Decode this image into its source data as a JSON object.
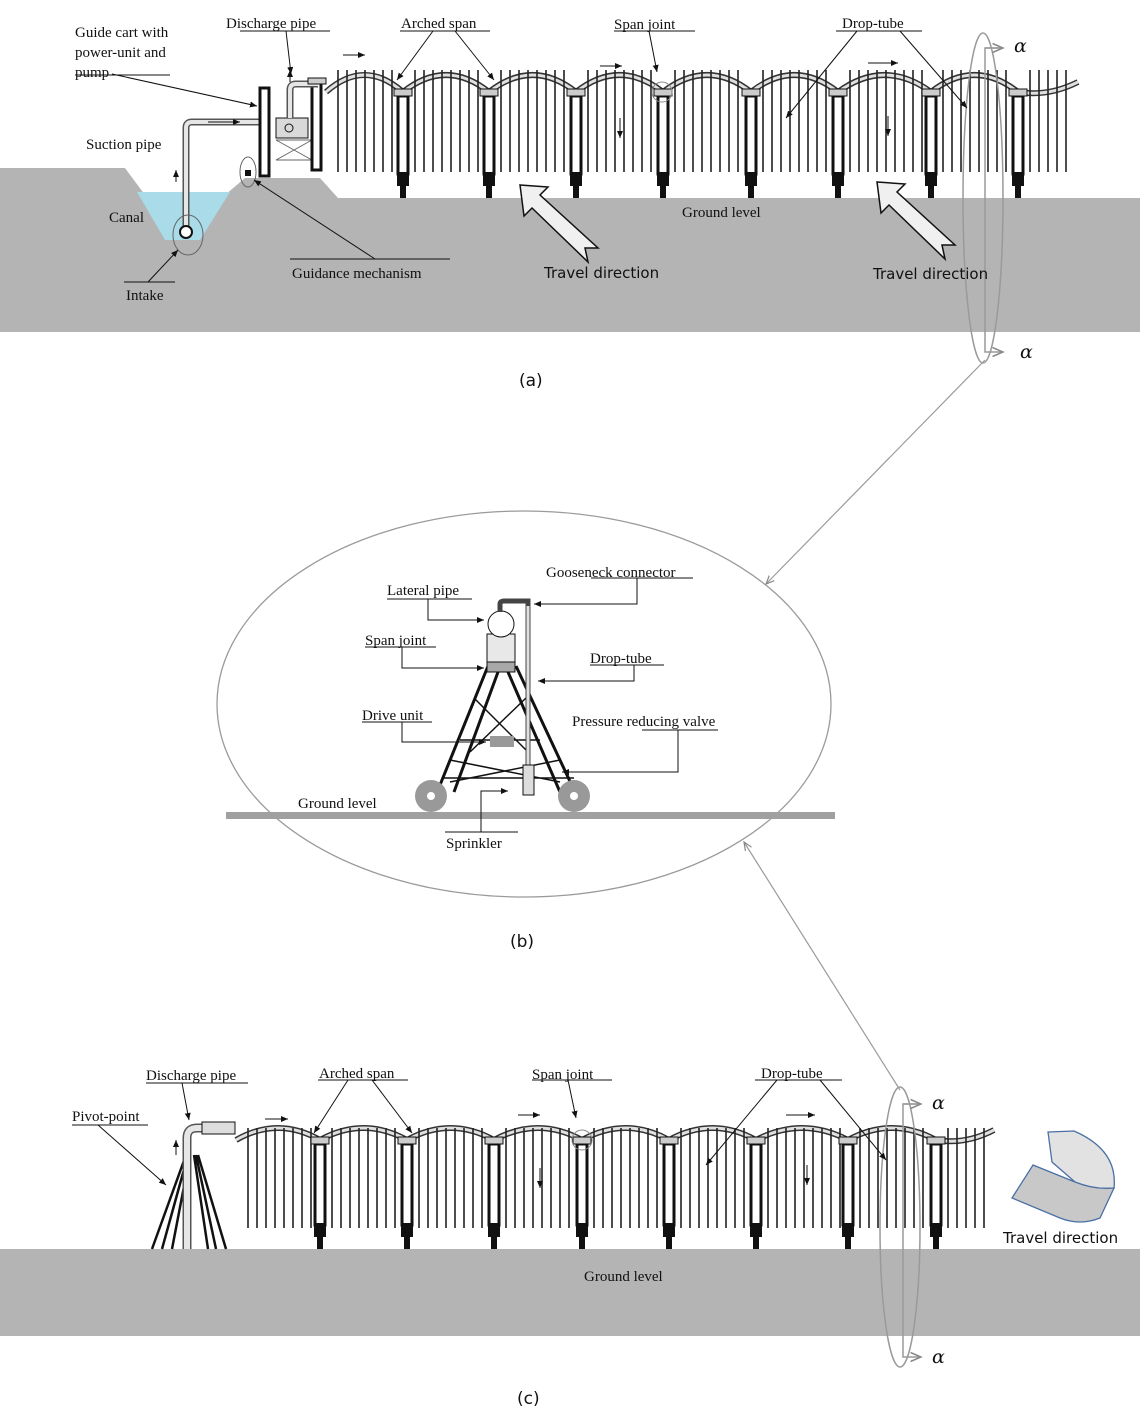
{
  "panel_a": {
    "caption": "(a)",
    "labels": {
      "guide_cart": [
        "Guide cart with",
        "power-unit and",
        "pump"
      ],
      "discharge_pipe": "Discharge pipe",
      "arched_span": "Arched span",
      "span_joint": "Span joint",
      "drop_tube": "Drop-tube",
      "suction_pipe": "Suction pipe",
      "canal": "Canal",
      "intake": "Intake",
      "guidance_mechanism": "Guidance mechanism",
      "ground_level": "Ground level",
      "travel_direction_1": "Travel direction",
      "travel_direction_2": "Travel direction",
      "alpha_top": "α",
      "alpha_bottom": "α"
    }
  },
  "panel_b": {
    "caption": "(b)",
    "labels": {
      "gooseneck_connector": "Gooseneck connector",
      "lateral_pipe": "Lateral pipe",
      "span_joint": "Span joint",
      "drop_tube": "Drop-tube",
      "drive_unit": "Drive unit",
      "pressure_reducing_valve": "Pressure reducing valve",
      "ground_level": "Ground level",
      "sprinkler": "Sprinkler"
    }
  },
  "panel_c": {
    "caption": "(c)",
    "labels": {
      "discharge_pipe": "Discharge pipe",
      "pivot_point": "Pivot-point",
      "arched_span": "Arched span",
      "span_joint": "Span joint",
      "drop_tube": "Drop-tube",
      "ground_level": "Ground level",
      "travel_direction": "Travel direction",
      "alpha_top": "α",
      "alpha_bottom": "α"
    }
  },
  "colors": {
    "ground": "#b4b4b4",
    "water": "#a9dbe8",
    "section_line": "#9a9a9a",
    "curved_arrow_fill": "#d0d0d0",
    "curved_arrow_stroke": "#4a6fa5"
  }
}
